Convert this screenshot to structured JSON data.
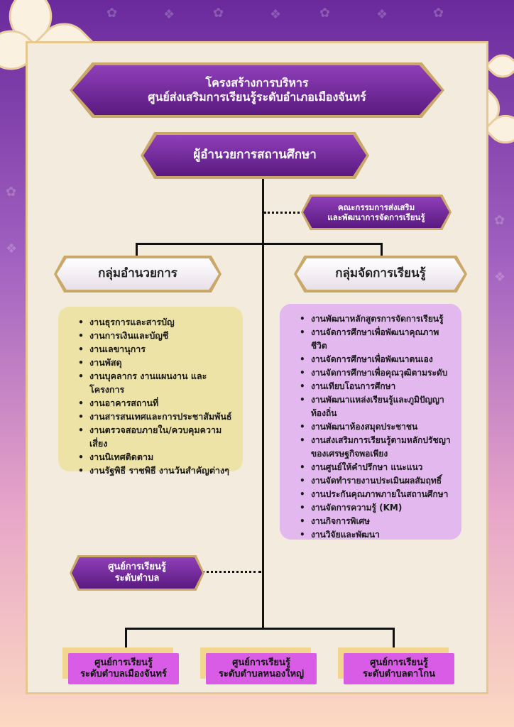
{
  "header": {
    "line1": "โครงสร้างการบริหาร",
    "line2": "ศูนย์ส่งเสริมการเรียนรู้ระดับอำเภอเมืองจันทร์"
  },
  "director": {
    "label": "ผู้อำนวยการสถานศึกษา"
  },
  "committee": {
    "line1": "คณะกรรมการส่งเสริม",
    "line2": "และพัฒนาการจัดการเรียนรู้"
  },
  "admin_group": {
    "title": "กลุ่มอำนวยการ",
    "items": [
      "งานธุรการและสารบัญ",
      "งานการเงินและบัญชี",
      "งานเลขานุการ",
      "งานพัสดุ",
      "งานบุคลากร งานแผนงาน และโครงการ",
      "งานอาคารสถานที่",
      "งานสารสนเทศและการประชาสัมพันธ์",
      "งานตรวจสอบภายใน/ควบคุมความเสี่ยง",
      "งานนิเทศติดตาม",
      "งานรัฐพิธี ราชพิธี งานวันสำคัญต่างๆ"
    ]
  },
  "learning_group": {
    "title": "กลุ่มจัดการเรียนรู้",
    "items": [
      "งานพัฒนาหลักสูตรการจัดการเรียนรู้",
      "งานจัดการศึกษาเพื่อพัฒนาคุณภาพชีวิต",
      "งานจัดการศึกษาเพื่อพัฒนาตนเอง",
      "งานจัดการศึกษาเพื่อคุณวุฒิตามระดับ",
      "งานเทียบโอนการศึกษา",
      "งานพัฒนาแหล่งเรียนรู้และภูมิปัญญาท้องถิ่น",
      "งานพัฒนาห้องสมุดประชาชน",
      "งานส่งเสริมการเรียนรู้ตามหลักปรัชญาของเศรษฐกิจพอเพียง",
      "งานศูนย์ให้คำปรึกษา แนะแนว",
      "งานจัดทำรายงานประเมินผลสัมฤทธิ์",
      "งานประกันคุณภาพภายในสถานศึกษา",
      "งานจัดการความรู้ (KM)",
      "งานกิจการพิเศษ",
      "งานวิจัยและพัฒนา"
    ]
  },
  "subdistrict_label": {
    "line1": "ศูนย์การเรียนรู้",
    "line2": "ระดับตำบล"
  },
  "centers": [
    {
      "line1": "ศูนย์การเรียนรู้",
      "line2": "ระดับตำบลเมืองจันทร์"
    },
    {
      "line1": "ศูนย์การเรียนรู้",
      "line2": "ระดับตำบลหนองใหญ่"
    },
    {
      "line1": "ศูนย์การเรียนรู้",
      "line2": "ระดับตำบลตาโกน"
    }
  ],
  "colors": {
    "purple": "#6a2a9c",
    "admin_box": "#ede3a6",
    "learning_box": "#e3b8ee",
    "center_box": "#d95ce6"
  }
}
